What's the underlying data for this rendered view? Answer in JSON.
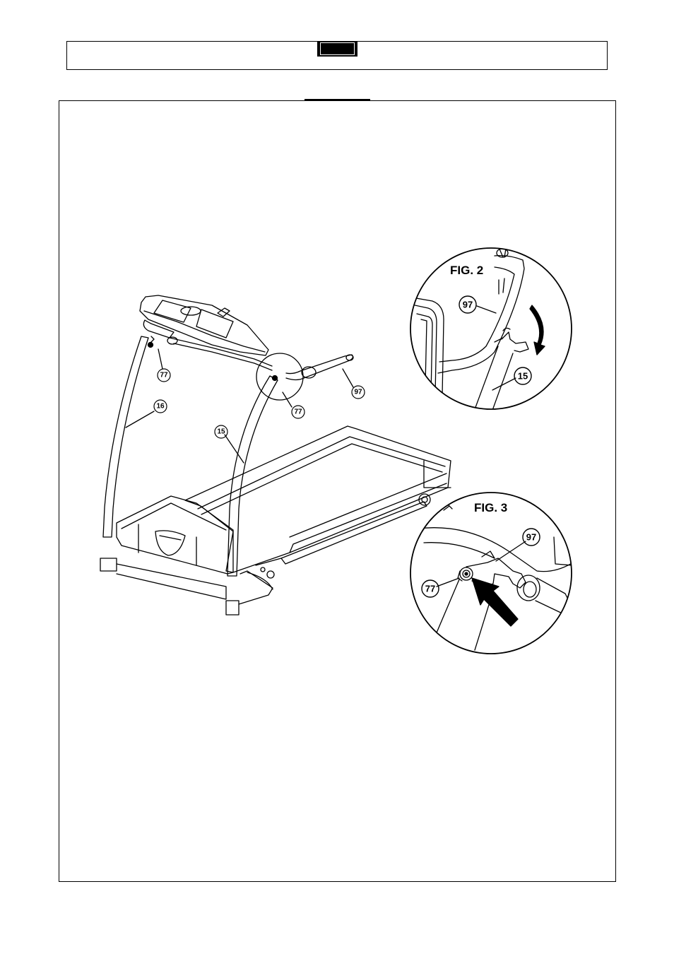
{
  "figures": {
    "fig2": {
      "label": "FIG. 2"
    },
    "fig3": {
      "label": "FIG. 3"
    }
  },
  "callouts": {
    "main_77_left": "77",
    "main_77_right": "77",
    "main_16": "16",
    "main_15": "15",
    "main_97": "97",
    "fig2_97": "97",
    "fig2_15": "15",
    "fig3_97": "97",
    "fig3_77": "77"
  }
}
